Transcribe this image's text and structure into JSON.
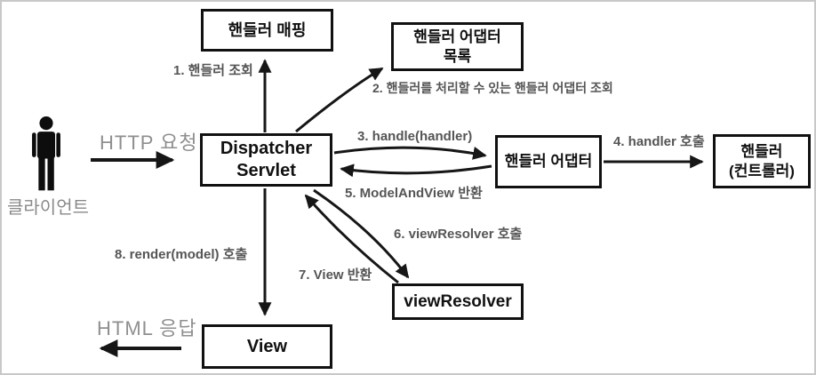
{
  "nodes": {
    "handler_mapping": "핸들러 매핑",
    "handler_adapter_list": {
      "line1": "핸들러 어댑터",
      "line2": "목록"
    },
    "dispatcher_servlet": {
      "line1": "Dispatcher",
      "line2": "Servlet"
    },
    "handler_adapter": "핸들러 어댑터",
    "handler_controller": {
      "line1": "핸들러",
      "line2": "(컨트롤러)"
    },
    "view_resolver": "viewResolver",
    "view": "View"
  },
  "actor": {
    "label": "클라이언트",
    "icon": "person-icon"
  },
  "edges": {
    "http_request": "HTTP 요청",
    "html_response": "HTML 응답",
    "step1": "1. 핸들러 조회",
    "step2": "2. 핸들러를 처리할 수 있는 핸들러 어댑터 조회",
    "step3": "3. handle(handler)",
    "step4": "4. handler 호출",
    "step5": "5. ModelAndView 반환",
    "step6": "6. viewResolver 호출",
    "step7": "7. View 반환",
    "step8": "8. render(model) 호출"
  },
  "colors": {
    "box_border": "#111111",
    "box_text": "#111111",
    "arrow": "#161616",
    "step_label": "#555555",
    "io_label": "#8f8f8f",
    "frame_border": "#c8c8c8",
    "background": "#ffffff"
  }
}
